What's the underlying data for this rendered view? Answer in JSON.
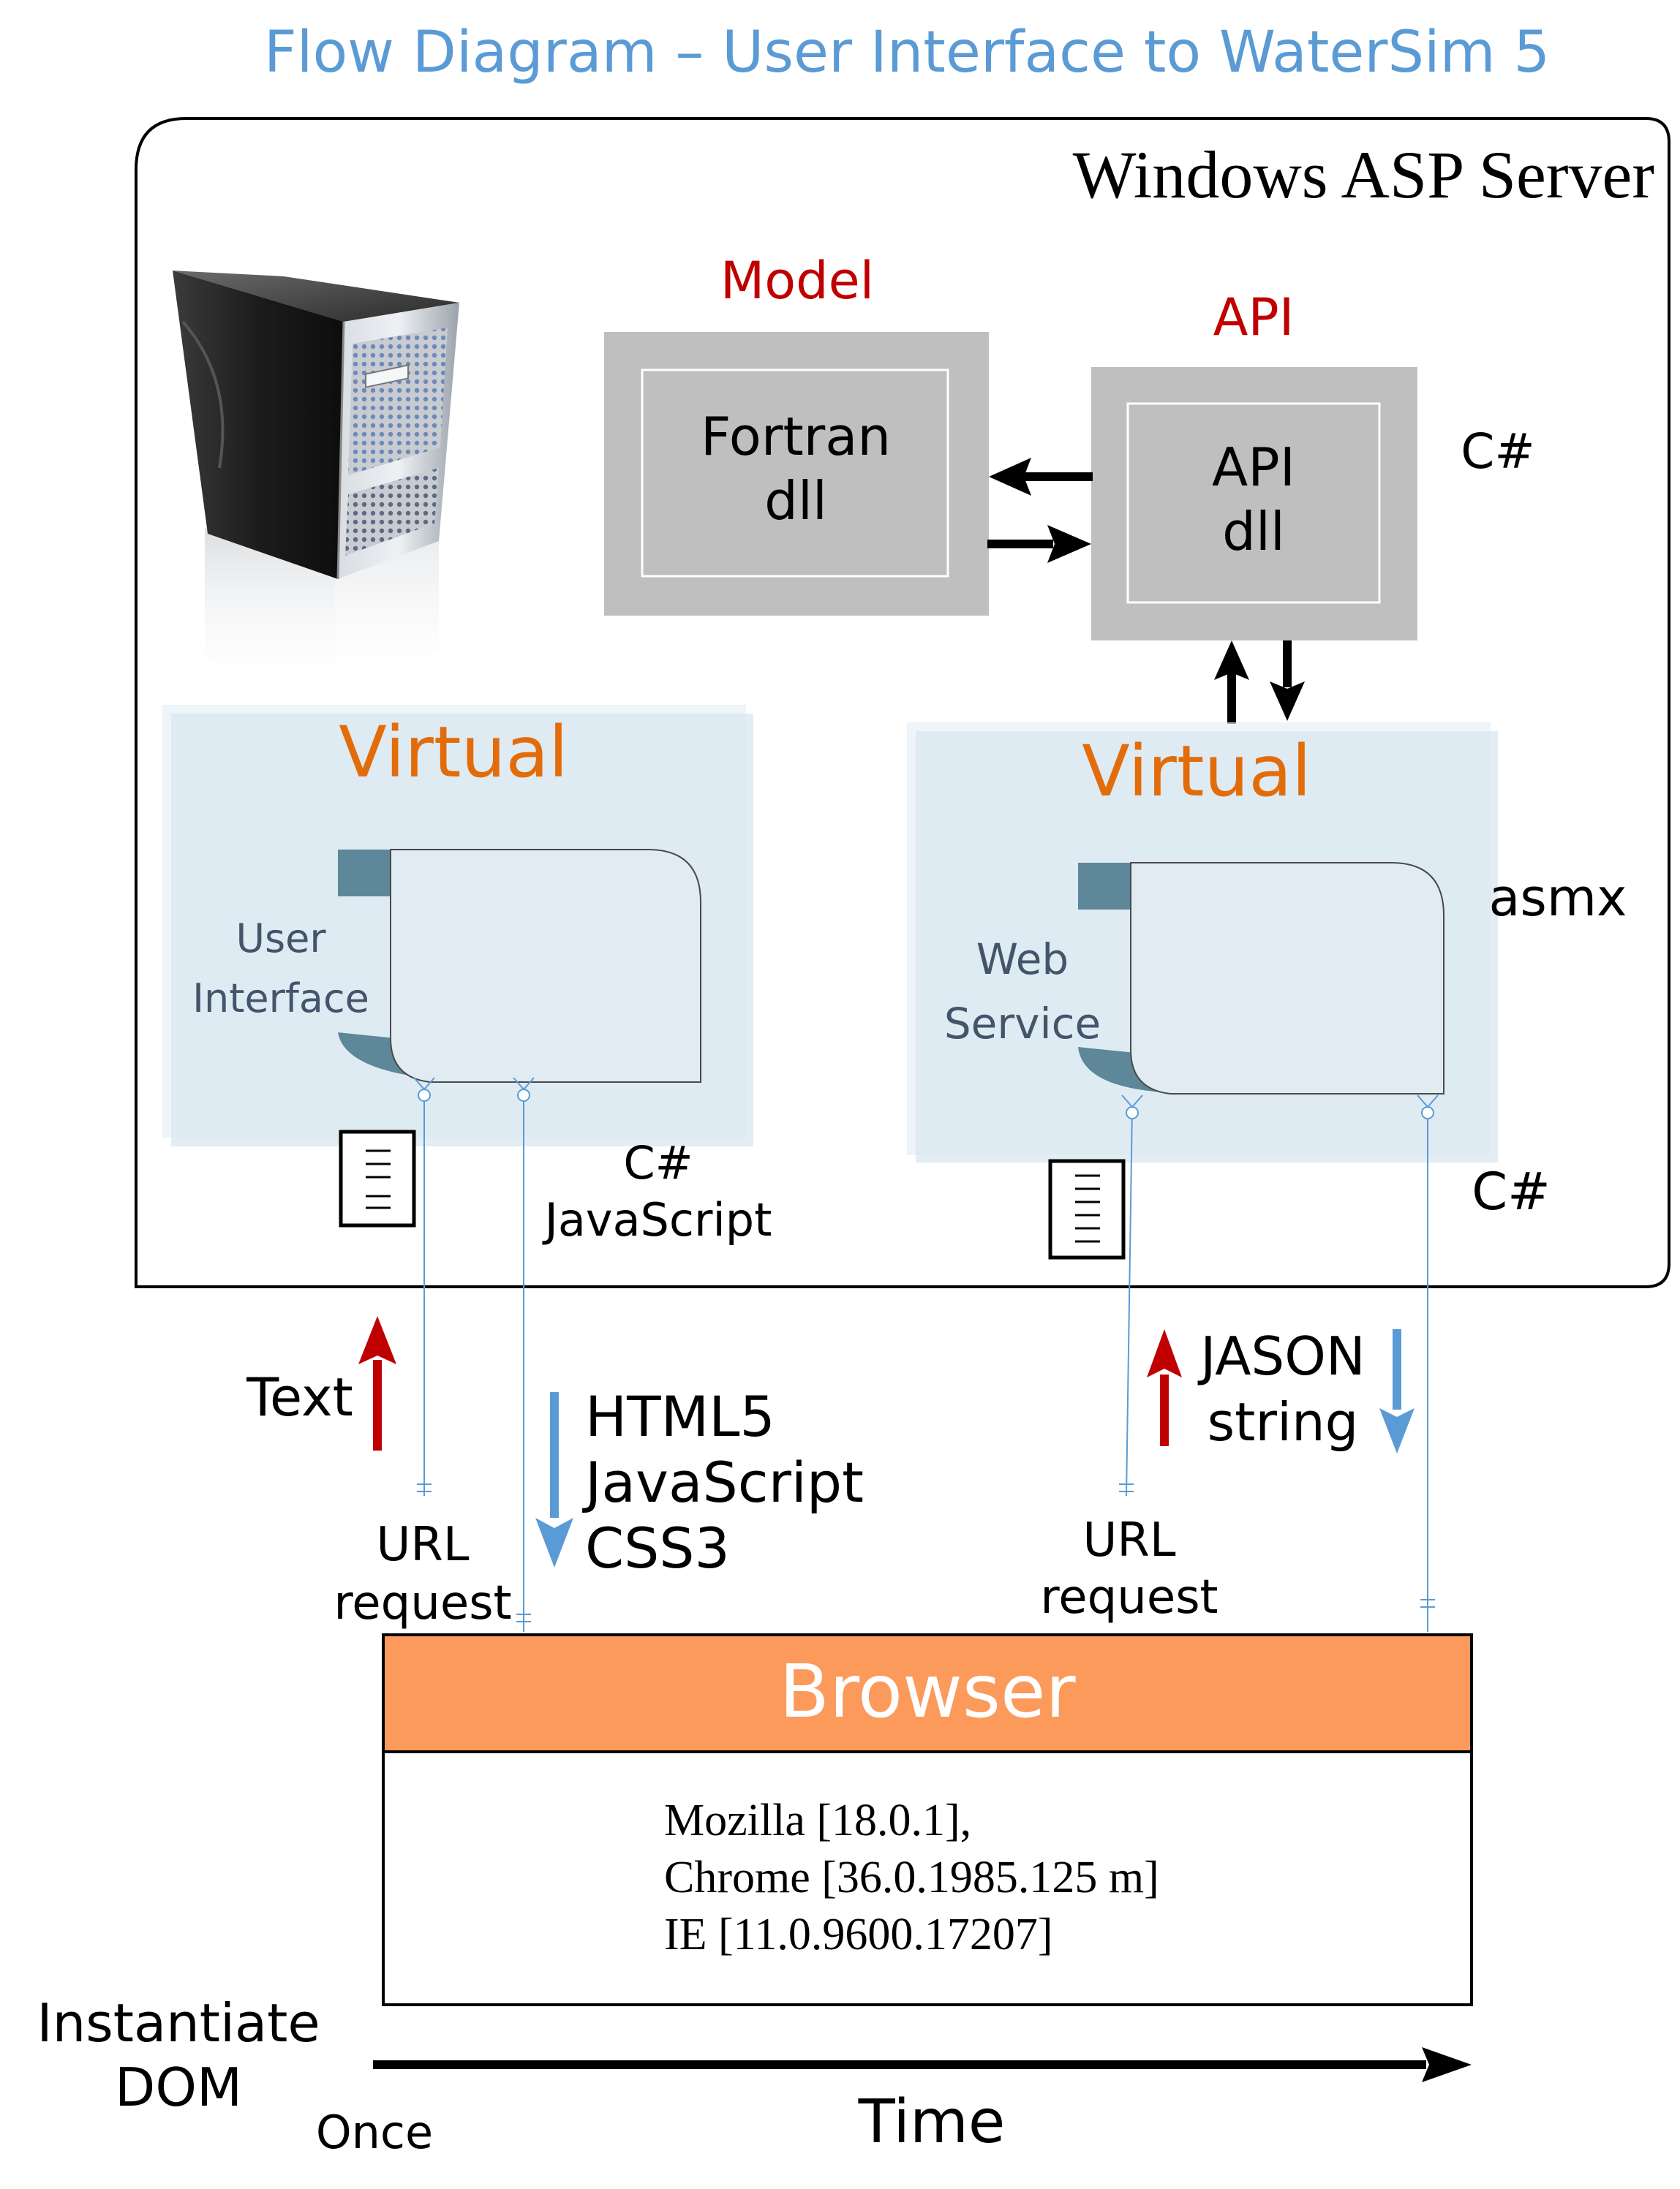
{
  "title": "Flow Diagram – User Interface to WaterSim 5",
  "server": {
    "label": "Windows ASP Server"
  },
  "model": {
    "heading": "Model",
    "box_line1": "Fortran",
    "box_line2": "dll"
  },
  "api": {
    "heading": "API",
    "box_line1": "API",
    "box_line2": "dll",
    "lang": "C#"
  },
  "virtual_ui": {
    "heading": "Virtual",
    "doc_line1": "User",
    "doc_line2": "Interface",
    "lang_line1": "C#",
    "lang_line2": "JavaScript"
  },
  "virtual_ws": {
    "heading": "Virtual",
    "doc_line1": "Web",
    "doc_line2": "Service",
    "lang_ext": "asmx",
    "lang": "C#"
  },
  "flows": {
    "text_label": "Text",
    "html_line1": "HTML5",
    "html_line2": "JavaScript",
    "html_line3": "CSS3",
    "url_left_line1": "URL",
    "url_left_line2": "request",
    "json_line1": "JASON",
    "json_line2": "string",
    "url_right_line1": "URL",
    "url_right_line2": "request"
  },
  "browser": {
    "label": "Browser",
    "versions": [
      "Mozilla [18.0.1],",
      "Chrome [36.0.1985.125 m]",
      "IE [11.0.9600.17207]"
    ]
  },
  "timeline": {
    "left_line1": "Instantiate",
    "left_line2": "DOM",
    "once": "Once",
    "axis": "Time"
  },
  "colors": {
    "title_blue": "#5b9bd5",
    "model_red": "#c00000",
    "virtual_orange": "#e36c0a",
    "browser_orange": "#fb9a5b",
    "arrow_red": "#c00000",
    "arrow_blue": "#5b9bd5",
    "gray_box": "#bfbfbf",
    "virtual_bg": "#dbe8f1",
    "doc_tab": "#5e8799"
  }
}
